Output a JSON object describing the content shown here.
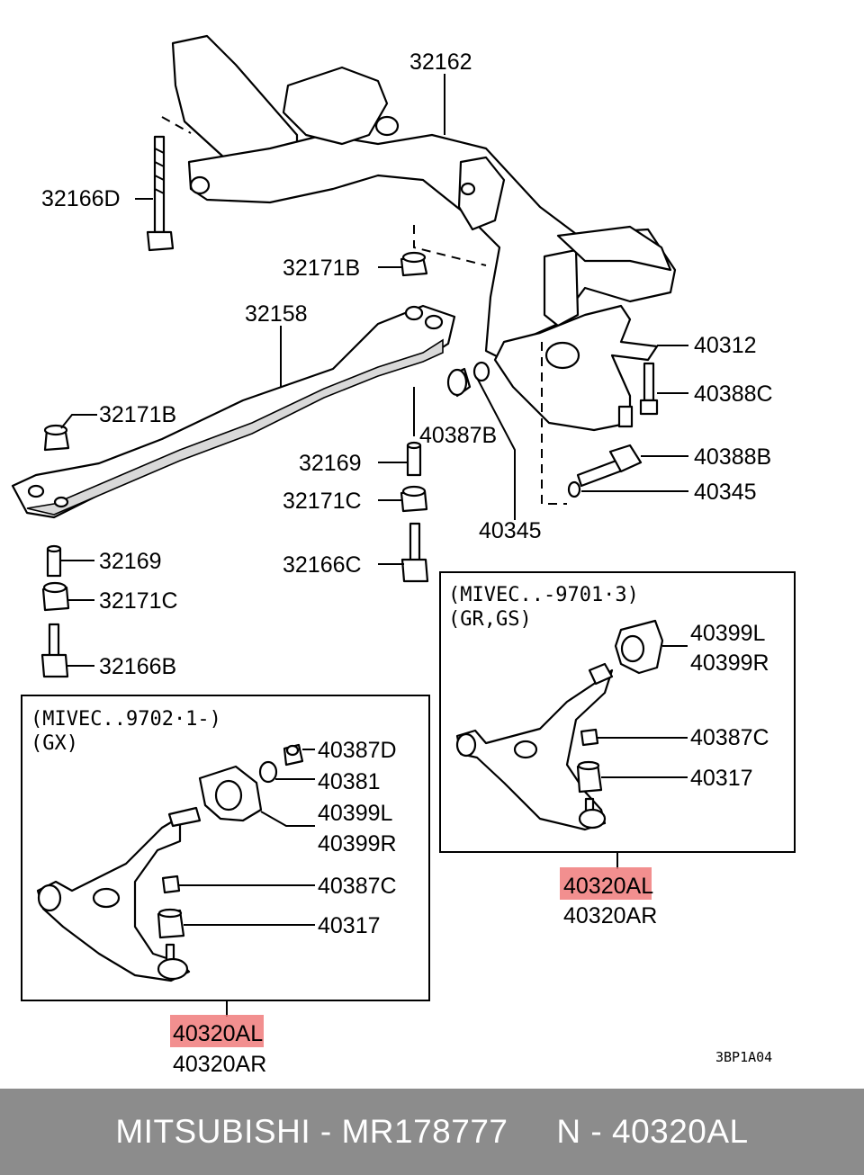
{
  "labels": {
    "p32162": "32162",
    "p32166D": "32166D",
    "p32171B_top": "32171B",
    "p32158": "32158",
    "p32171B_left": "32171B",
    "p40312": "40312",
    "p40388C": "40388C",
    "p40387B": "40387B",
    "p32169_mid": "32169",
    "p40388B": "40388B",
    "p32171C_mid": "32171C",
    "p40345_right": "40345",
    "p40345_bottom": "40345",
    "p32169_left": "32169",
    "p32166C": "32166C",
    "p32171C_left": "32171C",
    "p32166B": "32166B"
  },
  "box_right": {
    "note_line1": "(MIVEC..-9701·3)",
    "note_line2": "(GR,GS)",
    "p40399L": "40399L",
    "p40399R": "40399R",
    "p40387C": "40387C",
    "p40317": "40317",
    "part_highlight": "40320AL",
    "part_other": "40320AR"
  },
  "box_left": {
    "note_line1": "(MIVEC..9702·1-)",
    "note_line2": "(GX)",
    "p40387D": "40387D",
    "p40381": "40381",
    "p40399L": "40399L",
    "p40399R": "40399R",
    "p40387C": "40387C",
    "p40317": "40317",
    "part_highlight": "40320AL",
    "part_other": "40320AR"
  },
  "diagram_code": "3BP1A04",
  "footer": {
    "text": "MITSUBISHI - MR178777     N - 40320AL"
  },
  "colors": {
    "highlight": "#f07b7b",
    "footer_bg": "#8c8c8c"
  }
}
